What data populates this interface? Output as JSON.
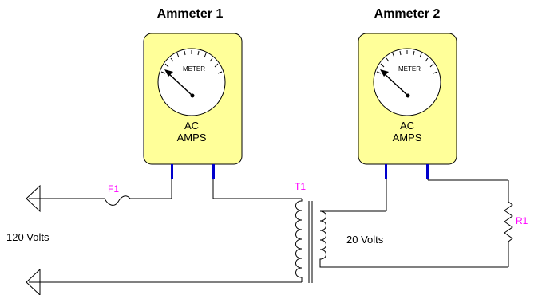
{
  "ammeters": [
    {
      "title": "Ammeter 1",
      "dial_text": "METER",
      "unit_line1": "AC",
      "unit_line2": "AMPS"
    },
    {
      "title": "Ammeter 2",
      "dial_text": "METER",
      "unit_line1": "AC",
      "unit_line2": "AMPS"
    }
  ],
  "labels": {
    "fuse": "F1",
    "transformer": "T1",
    "resistor": "R1",
    "primary_voltage": "120 Volts",
    "secondary_voltage": "20 Volts"
  },
  "colors": {
    "meter_body": "#ffff99",
    "reference_label": "#ff00ff",
    "terminal": "#0000cc",
    "wire": "#000000"
  }
}
